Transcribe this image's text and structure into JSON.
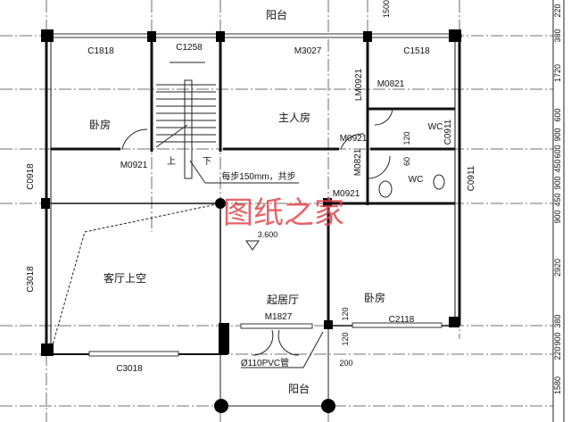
{
  "watermark": "图纸之家",
  "rooms": {
    "balcony_top": "阳台",
    "bedroom_left": "卧房",
    "master_bedroom": "主人房",
    "wc_upper": "WC",
    "wc_lower": "WC",
    "living_void": "客厅上空",
    "sitting_room": "起居厅",
    "bedroom_right": "卧房",
    "balcony_bottom": "阳台"
  },
  "openings": {
    "c1818": "C1818",
    "c1258": "C1258",
    "m3027": "M3027",
    "c1518": "C1518",
    "lm0921": "LM0921",
    "m0821_top": "M0821",
    "c0911_upper": "C0911",
    "m0921_bedroom": "M0921",
    "m0921_master": "M0921",
    "m0821_lower": "M0821",
    "c0911_lower": "C0911",
    "m0921_lower": "M0921",
    "c0918": "C0918",
    "c3018_side": "C3018",
    "c3018_bottom": "C3018",
    "m1827": "M1827",
    "c2118": "C2118"
  },
  "stair": {
    "up": "上",
    "down": "下",
    "note": "每步150mm，共步"
  },
  "annotations": {
    "elevation": "3.600",
    "pipe": "Ø110PVC管",
    "wc_dim_120": "120",
    "wc_dim_60": "60",
    "dim_120_a": "120",
    "dim_120_b": "120",
    "dim_200": "200",
    "top_1500": "1500"
  },
  "right_dimensions": [
    "220",
    "380",
    "1720",
    "600",
    "900",
    "600",
    "450",
    "900",
    "450",
    "900",
    "2920",
    "380",
    "900",
    "220",
    "1580"
  ],
  "colors": {
    "watermark": "#e0474c",
    "walls": "#111111"
  }
}
